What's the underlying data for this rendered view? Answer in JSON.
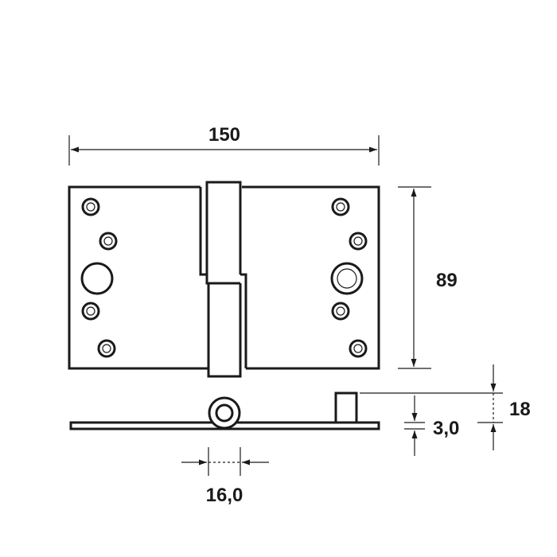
{
  "dimensions": {
    "width": "150",
    "height": "89",
    "knuckle_diameter": "16,0",
    "plate_thickness": "3,0",
    "pin_height": "18"
  },
  "colors": {
    "line": "#1a1a1a",
    "background": "#ffffff"
  }
}
